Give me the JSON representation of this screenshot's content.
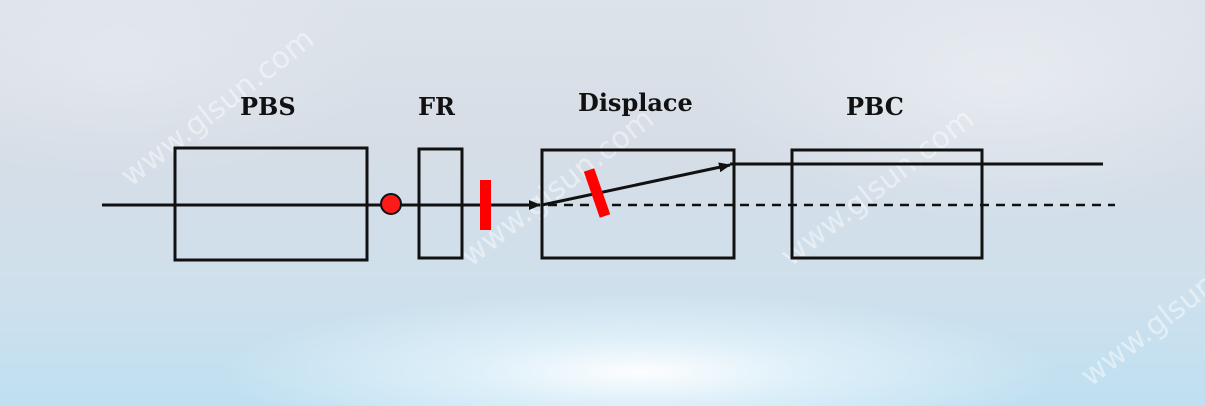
{
  "labels": {
    "pbs": "PBS",
    "fr": "FR",
    "displace": "Displace",
    "pbc": "PBC"
  },
  "watermark": "www.glsun.com",
  "colors": {
    "line": "#111111",
    "polarizer": "#ff0000",
    "dot_fill": "#ff1a1a"
  }
}
